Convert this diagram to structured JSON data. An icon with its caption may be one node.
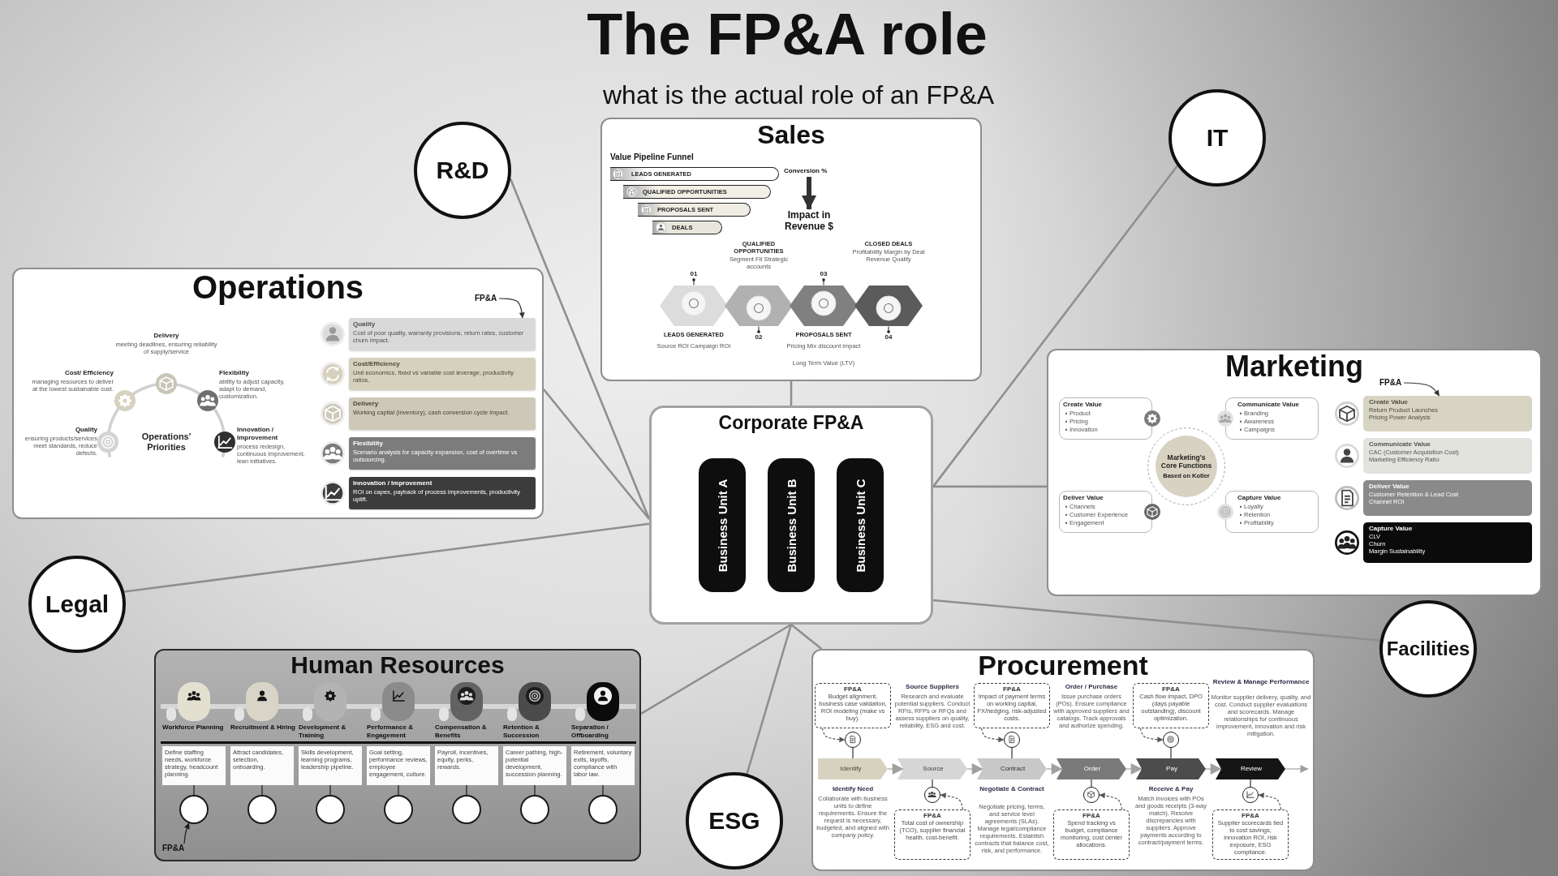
{
  "diagram": {
    "title": "The FP&A role",
    "nodes": [
      {
        "text": [
          "R&D"
        ]
      },
      {
        "text": [
          "Sales"
        ]
      },
      {
        "text": [
          "LEADS GENERATED"
        ],
        "in": 1
      },
      {
        "text": [
          "QUALIFIED OPPORTUNITIES"
        ],
        "in": 1
      },
      {
        "text": [
          "PROPOSALS SENT"
        ],
        "in": 1
      },
      {
        "text": [
          "DEALS"
        ],
        "in": 1
      },
      {
        "text": [
          "Conversion %"
        ],
        "in": 1
      },
      {
        "text": [
          "Impact in Revenue $"
        ],
        "in": 1
      },
      {
        "text": [
          "IT"
        ]
      },
      {
        "text": [
          "Operations"
        ]
      },
      {
        "text": [
          "FP&A"
        ],
        "in": 9
      },
      {
        "text": [
          "Quality",
          "Cost of poor quality, warranty provisions, return rates, customer churn impact."
        ],
        "in": 9
      },
      {
        "text": [
          "Cost/Efficiency",
          "Unit economics, fixed vs variable cost leverage, productivity ratios."
        ],
        "in": 9
      },
      {
        "text": [
          "Delivery",
          "Working capital (inventory), cash conversion cycle impact."
        ],
        "in": 9
      },
      {
        "text": [
          "Flexibility",
          "Scenario analysis for capacity expansion, cost of overtime vs outsourcing."
        ],
        "in": 9
      },
      {
        "text": [
          "Innovation / Improvement",
          "ROI on capex, payback of process improvements, productivity uplift."
        ],
        "in": 9
      },
      {
        "text": [
          "Corporate FP&A"
        ]
      },
      {
        "text": [
          "Business Unit A"
        ],
        "in": 16
      },
      {
        "text": [
          "Business Unit B"
        ],
        "in": 16
      },
      {
        "text": [
          "Business Unit C"
        ],
        "in": 16
      },
      {
        "text": [
          "Marketing"
        ]
      },
      {
        "text": [
          "FP&A"
        ],
        "in": 20
      },
      {
        "text": [
          "Create Value",
          "Product",
          "Pricing",
          "Innovation"
        ],
        "in": 20
      },
      {
        "text": [
          "Communicate Value",
          "Branding",
          "Awareness",
          "Campaigns"
        ],
        "in": 20
      },
      {
        "text": [
          "Marketing's Core Functions",
          "Based on Kotler"
        ],
        "in": 20
      },
      {
        "text": [
          "Deliver Value",
          "Channels",
          "Customer Experience",
          "Engagement"
        ],
        "in": 20
      },
      {
        "text": [
          "Capture Value",
          "Loyalty",
          "Retention",
          "Profitability"
        ],
        "in": 20
      },
      {
        "text": [
          "Create Value",
          "Return Product Launches",
          "Pricing Power Analysis"
        ],
        "in": 20
      },
      {
        "text": [
          "Communicate Value",
          "CAC (Customer Acquisition Cost)",
          "Marketing Efficiency Ratio"
        ],
        "in": 20
      },
      {
        "text": [
          "Deliver Value",
          "Customer Retention & Lead Cost",
          "Channel ROI"
        ],
        "in": 20
      },
      {
        "text": [
          "Capture Value",
          "CLV",
          "Churn",
          "Margin Sustainability"
        ],
        "in": 20
      },
      {
        "text": [
          "Legal"
        ]
      },
      {
        "text": [
          "Facilities"
        ]
      },
      {
        "text": [
          "Human Resources"
        ]
      },
      {
        "text": [
          "Workforce Planning",
          "Define staffing needs, workforce strategy, headcount planning."
        ],
        "in": 33
      },
      {
        "text": [
          "Recruitment & Hiring",
          "Attract candidates, selection, onboarding."
        ],
        "in": 33
      },
      {
        "text": [
          "Development & Training",
          "Skills development, learning programs, leadership pipeline."
        ],
        "in": 33
      },
      {
        "text": [
          "Performance & Engagement",
          "Goal setting, performance reviews, employee engagement, culture."
        ],
        "in": 33
      },
      {
        "text": [
          "Compensation & Benefits",
          "Payroll, incentives, equity, perks, rewards."
        ],
        "in": 33
      },
      {
        "text": [
          "Retention & Succession",
          "Career pathing, high-potential development, succession planning."
        ],
        "in": 33
      },
      {
        "text": [
          "Separation / Offboarding",
          "Retirement, voluntary exits, layoffs, compliance with labor law."
        ],
        "in": 33
      },
      {
        "text": [],
        "shape": "circle",
        "in": 33
      },
      {
        "text": [],
        "shape": "circle",
        "in": 33
      },
      {
        "text": [],
        "shape": "circle",
        "in": 33
      },
      {
        "text": [],
        "shape": "circle",
        "in": 33
      },
      {
        "text": [],
        "shape": "circle",
        "in": 33
      },
      {
        "text": [],
        "shape": "circle",
        "in": 33
      },
      {
        "text": [],
        "shape": "circle",
        "in": 33
      },
      {
        "text": [
          "FP&A"
        ],
        "in": 33
      },
      {
        "text": [
          "ESG"
        ]
      },
      {
        "text": [
          "Procurement"
        ]
      },
      {
        "text": [
          "FP&A",
          "Budget alignment, business case validation, ROI modeling (make vs buy)."
        ],
        "in": 50
      },
      {
        "text": [
          "FP&A",
          "Impact of payment terms on working capital, FX/hedging, risk-adjusted costs."
        ],
        "in": 50
      },
      {
        "text": [
          "FP&A",
          "Cash flow impact, DPO (days payable outstanding), discount optimization."
        ],
        "in": 50
      },
      {
        "text": [],
        "shape": "circle",
        "in": 50
      },
      {
        "text": [],
        "shape": "circle",
        "in": 50
      },
      {
        "text": [],
        "shape": "circle",
        "in": 50
      },
      {
        "text": [
          "Identify"
        ],
        "in": 50
      },
      {
        "text": [
          "Source"
        ],
        "in": 50
      },
      {
        "text": [
          "Contract"
        ],
        "in": 50
      },
      {
        "text": [
          "Order"
        ],
        "in": 50
      },
      {
        "text": [
          "Pay"
        ],
        "in": 50
      },
      {
        "text": [
          "Review"
        ],
        "in": 50
      },
      {
        "text": [],
        "shape": "circle",
        "in": 50
      },
      {
        "text": [],
        "shape": "circle",
        "in": 50
      },
      {
        "text": [],
        "shape": "circle",
        "in": 50
      },
      {
        "text": [
          "FP&A",
          "Total cost of ownership (TCO), supplier financial health, cost-benefit."
        ],
        "in": 50
      },
      {
        "text": [
          "FP&A",
          "Spend tracking vs budget, compliance monitoring, cost center allocations."
        ],
        "in": 50
      },
      {
        "text": [
          "FP&A",
          "Supplier scorecards tied to cost savings, innovation ROI, risk exposure, ESG compliance."
        ],
        "in": 50
      }
    ],
    "edges": [
      {
        "from": 16,
        "to": 0,
        "arrow": "none"
      },
      {
        "from": 16,
        "to": 1,
        "arrow": "none"
      },
      {
        "from": 16,
        "to": 8,
        "arrow": "none"
      },
      {
        "from": 16,
        "to": 9,
        "arrow": "none"
      },
      {
        "from": 16,
        "to": 20,
        "arrow": "none"
      },
      {
        "from": 16,
        "to": 31,
        "arrow": "none"
      },
      {
        "from": 16,
        "to": 32,
        "arrow": "none"
      },
      {
        "from": 16,
        "to": 33,
        "arrow": "none"
      },
      {
        "from": 16,
        "to": 49,
        "arrow": "none"
      },
      {
        "from": 16,
        "to": 50,
        "arrow": "none"
      },
      {
        "from": 6,
        "to": 7,
        "arrow": "to",
        "style": "thick",
        "color": "#333333"
      },
      {
        "from": 10,
        "to": 11,
        "arrow": "to",
        "color": "#333333"
      },
      {
        "from": 21,
        "to": 27,
        "arrow": "to",
        "color": "#333333"
      },
      {
        "from": 34,
        "to": 41,
        "arrow": "none",
        "color": "#1a1a1a"
      },
      {
        "from": 35,
        "to": 42,
        "arrow": "none",
        "color": "#1a1a1a"
      },
      {
        "from": 36,
        "to": 43,
        "arrow": "none",
        "color": "#1a1a1a"
      },
      {
        "from": 37,
        "to": 44,
        "arrow": "none",
        "color": "#1a1a1a"
      },
      {
        "from": 38,
        "to": 45,
        "arrow": "none",
        "color": "#1a1a1a"
      },
      {
        "from": 39,
        "to": 46,
        "arrow": "none",
        "color": "#1a1a1a"
      },
      {
        "from": 40,
        "to": 47,
        "arrow": "none",
        "color": "#1a1a1a"
      },
      {
        "from": 48,
        "to": 41,
        "arrow": "to",
        "color": "#1a1a1a"
      },
      {
        "from": 51,
        "to": 54,
        "arrow": "to",
        "style": "dashed",
        "color": "#555555"
      },
      {
        "from": 54,
        "to": 57,
        "arrow": "none",
        "color": "#333333"
      },
      {
        "from": 52,
        "to": 55,
        "arrow": "to",
        "style": "dashed",
        "color": "#555555"
      },
      {
        "from": 55,
        "to": 59,
        "arrow": "none",
        "color": "#333333"
      },
      {
        "from": 53,
        "to": 56,
        "arrow": "to",
        "style": "dashed",
        "color": "#555555"
      },
      {
        "from": 56,
        "to": 61,
        "arrow": "none",
        "color": "#333333"
      },
      {
        "from": 63,
        "to": 58,
        "arrow": "none",
        "color": "#333333"
      },
      {
        "from": 66,
        "to": 63,
        "arrow": "to",
        "style": "dashed",
        "color": "#555555"
      },
      {
        "from": 64,
        "to": 60,
        "arrow": "none",
        "color": "#333333"
      },
      {
        "from": 67,
        "to": 64,
        "arrow": "to",
        "style": "dashed",
        "color": "#555555"
      },
      {
        "from": 65,
        "to": 62,
        "arrow": "none",
        "color": "#333333"
      },
      {
        "from": 68,
        "to": 65,
        "arrow": "to",
        "style": "dashed",
        "color": "#555555"
      },
      {
        "from": 57,
        "to": 58,
        "arrow": "to",
        "color": "#a0a0a0"
      },
      {
        "from": 58,
        "to": 59,
        "arrow": "to",
        "color": "#a0a0a0"
      },
      {
        "from": 59,
        "to": 60,
        "arrow": "to",
        "color": "#a0a0a0"
      },
      {
        "from": 60,
        "to": 61,
        "arrow": "to",
        "color": "#a0a0a0"
      },
      {
        "from": 61,
        "to": 62,
        "arrow": "to",
        "color": "#a0a0a0"
      },
      {
        "from": 62,
        "to": null,
        "arrow": "to",
        "color": "#a0a0a0"
      }
    ],
    "labels": [
      "what is the actual role of an FP&A",
      "Value Pipeline Funnel",
      "QUALIFIED OPPORTUNITIES",
      "Segment Fit Strategic accounts",
      "CLOSED DEALS",
      "Profitability Margin by Deal Revenue Quality",
      "01",
      "03",
      "LEADS GENERATED",
      "02",
      "PROPOSALS SENT",
      "04",
      "Source ROI Campaign ROI",
      "Pricing Mix discount impact",
      "Long Term Value (LTV)",
      "Delivery",
      "meeting deadlines, ensuring reliability of supply/service",
      "Cost/ Efficiency",
      "Flexibility",
      "managing resources to deliver at the lowest sustainable cost.",
      "ability to adjust capacity, adapt to demand, customization.",
      "Quality",
      "ensuring products/services meet standards, reduce defects.",
      "Operations' Priorities",
      "Innovation / Improvement",
      "process redesign, continuous improvement, lean initiatives.",
      "Source Suppliers",
      "Research and evaluate potential suppliers. Conduct RFIs, RFPs or RFQs and assess suppliers on quality, reliability, ESG and cost.",
      "Order / Purchase",
      "Issue purchase orders (POs). Ensure compliance with approved suppliers and catalogs. Track approvals and authorize spending.",
      "Review & Manage Performance",
      "Monitor supplier delivery, quality, and cost. Conduct supplier evaluations and scorecards. Manage relationships for continuous improvement, innovation and risk mitigation.",
      "Identify Need",
      "Collaborate with business units to define requirements. Ensure the request is necessary, budgeted, and aligned with company policy.",
      "Negotiate & Contract",
      "Negotiate pricing, terms, and service level agreements (SLAs). Manage legal/compliance requirements. Establish contracts that balance cost, risk, and performance.",
      "Receive & Pay",
      "Match invoices with POs and goods receipts (3-way match). Resolve discrepancies with suppliers. Approve payments according to contract/payment terms."
    ]
  }
}
